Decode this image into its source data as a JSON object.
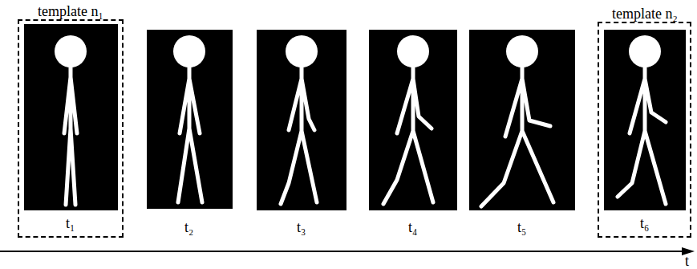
{
  "diagram": {
    "nodes": [
      {
        "text": [
          "template n₁",
          "t₁"
        ]
      },
      {
        "text": [
          "template n₂",
          "t₆"
        ]
      }
    ],
    "labels": [
      "t₂",
      "t₃",
      "t₄",
      "t₅",
      "t"
    ]
  }
}
